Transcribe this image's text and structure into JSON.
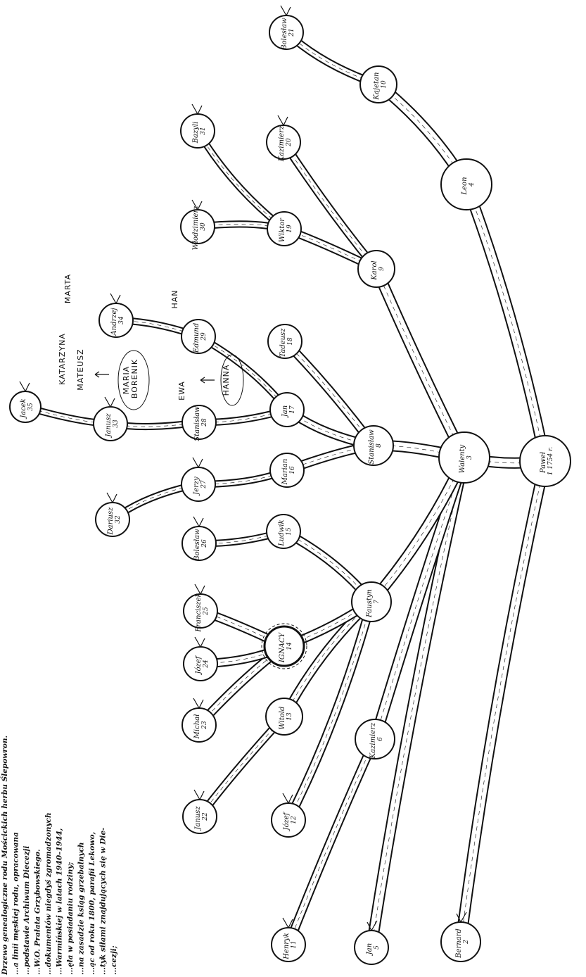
{
  "caption_lines": [
    "Drzewo genealogiczne rodu Mościckich herbu Ślepowron.",
    "...a linii męskiej rodu, opracowana",
    "...podstawie Archiwum Diecezji",
    "...W.O. Prałata Grzybowskiego.",
    "...dokumentów niegdyś zgromadzonych",
    "...Warmińskiej w latach 1940–1944,",
    "...ęła w posiadaniu rodziny;",
    "...na zasadzie ksiąg grzebalnych",
    "...ąc od roku 1800, parafii Lekowo,",
    "...tyk siłami znajdujących się w Die-",
    "...cezji;"
  ],
  "persons": [
    {
      "id": "1",
      "name": "Paweł",
      "num": "1",
      "extra": "1754 r."
    },
    {
      "id": "2",
      "name": "Bernard",
      "num": "2"
    },
    {
      "id": "3",
      "name": "Walenty",
      "num": "3"
    },
    {
      "id": "4",
      "name": "Leon",
      "num": "4"
    },
    {
      "id": "5",
      "name": "Jan",
      "num": "5"
    },
    {
      "id": "6",
      "name": "Kazimierz",
      "num": "6"
    },
    {
      "id": "7",
      "name": "Faustyn",
      "num": "7"
    },
    {
      "id": "8",
      "name": "Stanisław",
      "num": "8"
    },
    {
      "id": "9",
      "name": "Karol",
      "num": "9"
    },
    {
      "id": "10",
      "name": "Kajetan",
      "num": "10"
    },
    {
      "id": "11",
      "name": "Henryk",
      "num": "11"
    },
    {
      "id": "12",
      "name": "Józef",
      "num": "12"
    },
    {
      "id": "13",
      "name": "Witold",
      "num": "13"
    },
    {
      "id": "14",
      "name": "IGNACY",
      "num": "14"
    },
    {
      "id": "15",
      "name": "Ludwik",
      "num": "15"
    },
    {
      "id": "16",
      "name": "Marian",
      "num": "16"
    },
    {
      "id": "17",
      "name": "Jan",
      "num": "17"
    },
    {
      "id": "18",
      "name": "Tadeusz",
      "num": "18"
    },
    {
      "id": "19",
      "name": "Wiktor",
      "num": "19"
    },
    {
      "id": "20",
      "name": "Kazimierz",
      "num": "20"
    },
    {
      "id": "21",
      "name": "Bolesław",
      "num": "21"
    },
    {
      "id": "22",
      "name": "Janusz",
      "num": "22"
    },
    {
      "id": "23",
      "name": "Michał",
      "num": "23"
    },
    {
      "id": "24",
      "name": "Józef",
      "num": "24"
    },
    {
      "id": "25",
      "name": "Franciszek",
      "num": "25"
    },
    {
      "id": "26",
      "name": "Bolesław",
      "num": "26"
    },
    {
      "id": "27",
      "name": "Jerzy",
      "num": "27"
    },
    {
      "id": "28",
      "name": "Stanisław",
      "num": "28"
    },
    {
      "id": "29",
      "name": "Edmund",
      "num": "29"
    },
    {
      "id": "30",
      "name": "Włodzimierz",
      "num": "30"
    },
    {
      "id": "31",
      "name": "Bazyli",
      "num": "31"
    },
    {
      "id": "32",
      "name": "Dariusz",
      "num": "32"
    },
    {
      "id": "33",
      "name": "Janusz",
      "num": "33"
    },
    {
      "id": "34",
      "name": "Andrzej",
      "num": "34"
    },
    {
      "id": "35",
      "name": "Jacek",
      "num": "35"
    }
  ],
  "edges": [
    [
      "1",
      "2"
    ],
    [
      "1",
      "3"
    ],
    [
      "1",
      "4"
    ],
    [
      "3",
      "5"
    ],
    [
      "3",
      "6"
    ],
    [
      "3",
      "7"
    ],
    [
      "3",
      "8"
    ],
    [
      "3",
      "9"
    ],
    [
      "4",
      "10"
    ],
    [
      "10",
      "21"
    ],
    [
      "6",
      "11"
    ],
    [
      "7",
      "12"
    ],
    [
      "7",
      "13"
    ],
    [
      "7",
      "14"
    ],
    [
      "7",
      "15"
    ],
    [
      "13",
      "22"
    ],
    [
      "14",
      "23"
    ],
    [
      "14",
      "24"
    ],
    [
      "14",
      "25"
    ],
    [
      "15",
      "26"
    ],
    [
      "8",
      "16"
    ],
    [
      "8",
      "17"
    ],
    [
      "8",
      "18"
    ],
    [
      "16",
      "27"
    ],
    [
      "27",
      "32"
    ],
    [
      "17",
      "28"
    ],
    [
      "17",
      "29"
    ],
    [
      "28",
      "33"
    ],
    [
      "29",
      "34"
    ],
    [
      "33",
      "35"
    ],
    [
      "9",
      "19"
    ],
    [
      "9",
      "20"
    ],
    [
      "19",
      "30"
    ],
    [
      "19",
      "31"
    ]
  ],
  "annotations": [
    {
      "id": "katarzyna",
      "text": "KATARZYNA"
    },
    {
      "id": "mateusz",
      "text": "MATEUSZ"
    },
    {
      "id": "maria",
      "text": "MARIA"
    },
    {
      "id": "maria2",
      "text": "BORENIK"
    },
    {
      "id": "ewa",
      "text": "EWA"
    },
    {
      "id": "hanna",
      "text": "HANNA"
    },
    {
      "id": "han",
      "text": "HAN"
    },
    {
      "id": "marta",
      "text": "MARTA"
    }
  ]
}
